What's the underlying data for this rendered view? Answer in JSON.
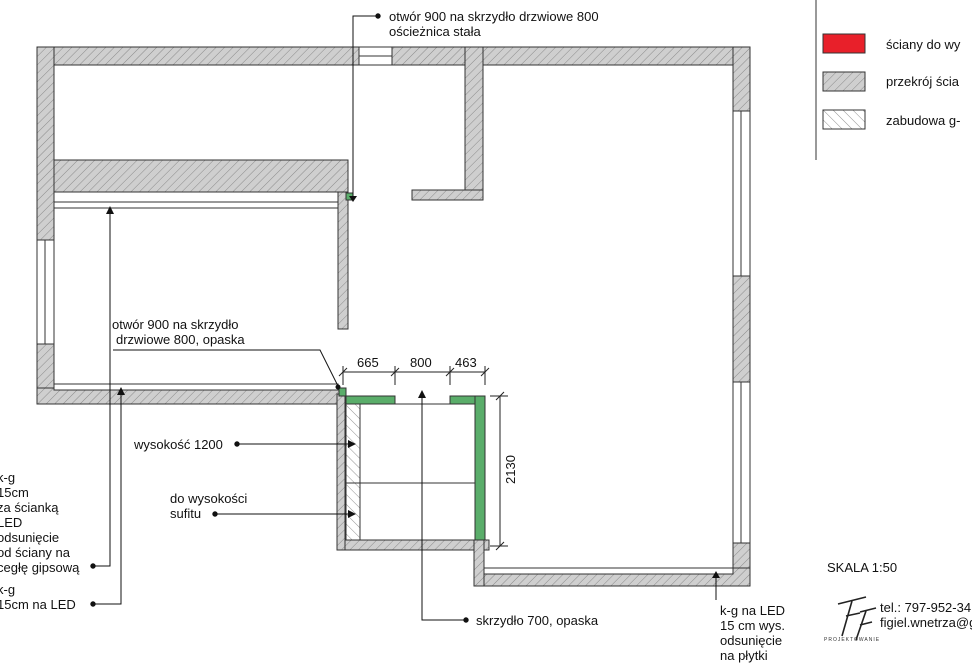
{
  "annotations": {
    "door_top_line1": "otwór 900 na skrzydło drzwiowe 800",
    "door_top_line2": "ościeżnica stała",
    "door_mid_line1": "otwór 900 na skrzydło",
    "door_mid_line2": "drzwiowe 800, opaska",
    "height_1200": "wysokość 1200",
    "ceiling_line1": "do wysokości",
    "ceiling_line2": "sufitu",
    "left_a_line1": "k-g",
    "left_a_line2": "15cm",
    "left_a_line3": "za ścianką",
    "left_a_line4": "LED",
    "left_a_line5": "odsunięcie",
    "left_a_line6": "od ściany na",
    "left_a_line7": "cegłę gipsową",
    "left_b_line1": "k-g",
    "left_b_line2": "15cm na LED",
    "wing_700": "skrzydło 700, opaska",
    "bottom_right_line1": "k-g na LED",
    "bottom_right_line2": "15 cm wys.",
    "bottom_right_line3": "odsunięcie",
    "bottom_right_line4": "na płytki"
  },
  "dimensions": {
    "d1": "665",
    "d2": "800",
    "d3": "463",
    "vertical": "2130"
  },
  "legend": {
    "item1": "ściany do wy",
    "item2": "przekrój ścia",
    "item3": "zabudowa g-",
    "color_red": "#e8202a",
    "color_green": "#5aad6a",
    "color_gray": "#d0d0d0"
  },
  "footer": {
    "scale": "SKALA 1:50",
    "phone": "tel.: 797-952-34",
    "email": "figiel.wnetrza@g",
    "logo_small": "PROJEKTOWANIE"
  }
}
